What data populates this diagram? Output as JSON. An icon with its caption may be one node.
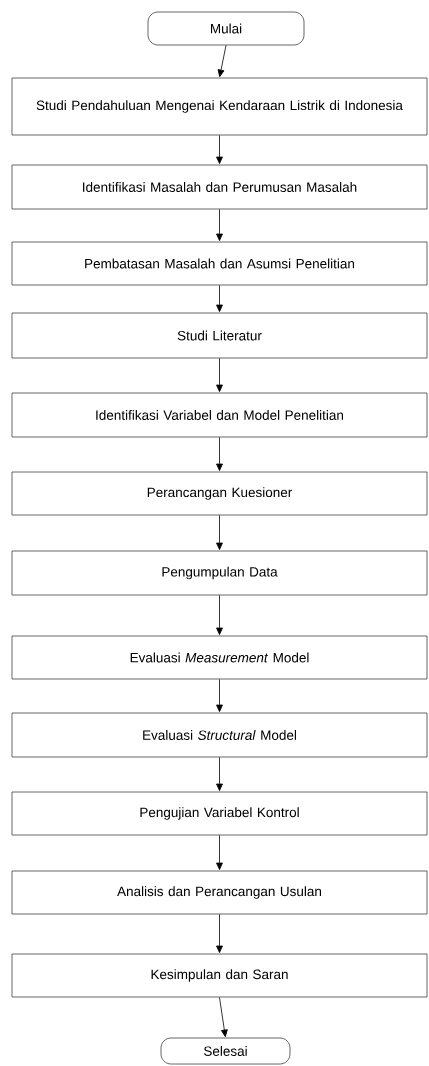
{
  "diagram": {
    "nodes": [
      {
        "text": [
          "Mulai"
        ]
      },
      {
        "text": [
          "Studi Pendahuluan Mengenai Kendaraan Listrik di Indonesia"
        ]
      },
      {
        "text": [
          "Identifikasi Masalah dan Perumusan Masalah"
        ]
      },
      {
        "text": [
          "Pembatasan Masalah dan Asumsi Penelitian"
        ]
      },
      {
        "text": [
          "Studi Literatur"
        ]
      },
      {
        "text": [
          "Identifikasi Variabel dan Model Penelitian"
        ]
      },
      {
        "text": [
          "Perancangan Kuesioner"
        ]
      },
      {
        "text": [
          "Pengumpulan Data"
        ]
      },
      {
        "text": [
          "Evaluasi *Measurement* Model"
        ]
      },
      {
        "text": [
          "Evaluasi *Structural* Model"
        ]
      },
      {
        "text": [
          "Pengujian Variabel Kontrol"
        ]
      },
      {
        "text": [
          "Analisis dan Perancangan Usulan"
        ]
      },
      {
        "text": [
          "Kesimpulan dan Saran"
        ]
      },
      {
        "text": [
          "Selesai"
        ]
      }
    ],
    "edges": [
      {
        "from": 0,
        "to": 1,
        "arrow": "to"
      },
      {
        "from": 1,
        "to": 2,
        "arrow": "to"
      },
      {
        "from": 2,
        "to": 3,
        "arrow": "to"
      },
      {
        "from": 3,
        "to": 4,
        "arrow": "to"
      },
      {
        "from": 4,
        "to": 5,
        "arrow": "to"
      },
      {
        "from": 5,
        "to": 6,
        "arrow": "to"
      },
      {
        "from": 6,
        "to": 7,
        "arrow": "to"
      },
      {
        "from": 7,
        "to": 8,
        "arrow": "to"
      },
      {
        "from": 8,
        "to": 9,
        "arrow": "to"
      },
      {
        "from": 9,
        "to": 10,
        "arrow": "to"
      },
      {
        "from": 10,
        "to": 11,
        "arrow": "to"
      },
      {
        "from": 11,
        "to": 12,
        "arrow": "to"
      },
      {
        "from": 12,
        "to": 13,
        "arrow": "to"
      }
    ]
  }
}
